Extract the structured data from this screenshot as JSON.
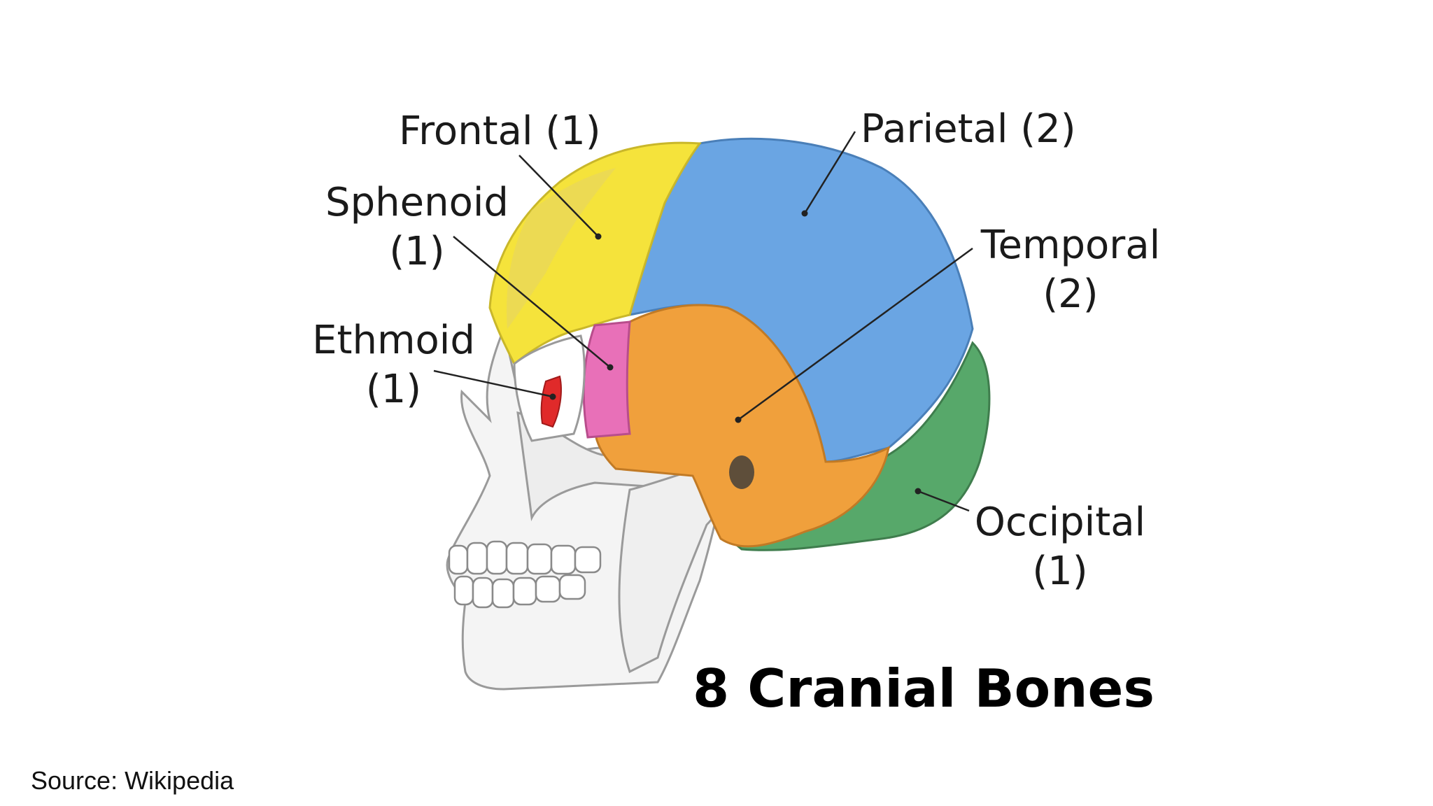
{
  "labels": {
    "frontal": "Frontal (1)",
    "parietal": "Parietal (2)",
    "sphenoid_name": "Sphenoid",
    "sphenoid_count": "(1)",
    "temporal_name": "Temporal",
    "temporal_count": "(2)",
    "ethmoid_name": "Ethmoid",
    "ethmoid_count": "(1)",
    "occipital_name": "Occipital",
    "occipital_count": "(1)"
  },
  "title": "8 Cranial Bones",
  "source": "Source: Wikipedia",
  "colors": {
    "frontal": "#f5e33b",
    "parietal": "#6aa5e3",
    "temporal": "#f0a03c",
    "sphenoid": "#e870b8",
    "ethmoid": "#e02a2a",
    "occipital": "#57a86a",
    "face": "#f4f4f4"
  }
}
